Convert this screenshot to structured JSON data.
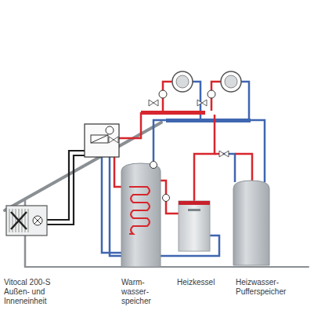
{
  "diagram": {
    "labels": [
      "Vitocal 200-S Außen- und Inneneinheit",
      "Warm- wasser- speicher",
      "Heizkessel",
      "Heizwasser- Pufferspeicher"
    ]
  }
}
